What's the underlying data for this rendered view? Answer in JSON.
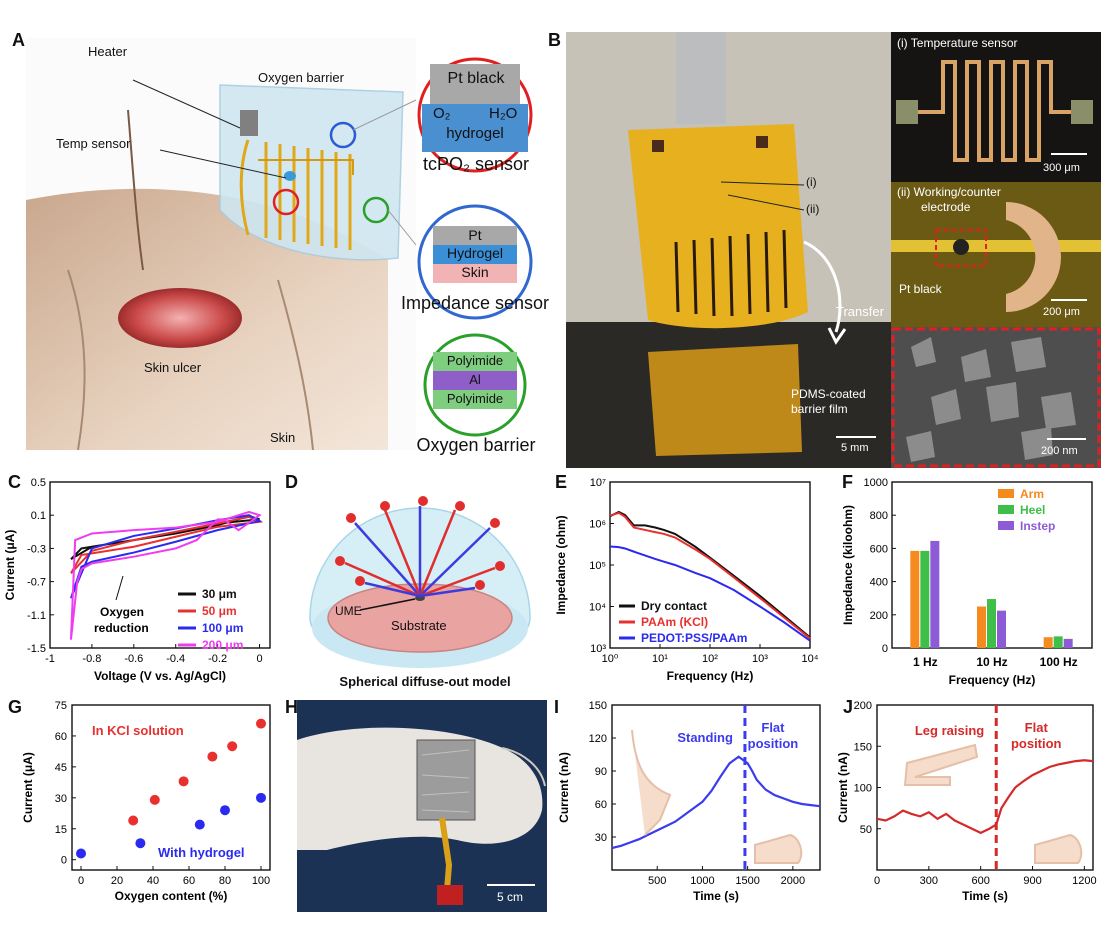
{
  "panel_labels": {
    "a": "A",
    "b": "B",
    "c": "C",
    "d": "D",
    "e": "E",
    "f": "F",
    "g": "G",
    "h": "H",
    "i": "I",
    "j": "J"
  },
  "panelA": {
    "heater": "Heater",
    "oxygen_barrier_top": "Oxygen barrier",
    "temp_sensor": "Temp sensor",
    "skin_ulcer": "Skin ulcer",
    "skin": "Skin",
    "tcpo2": {
      "top": "Pt black",
      "o2": "O₂",
      "h2o": "H₂O",
      "bottom": "hydrogel",
      "caption": "tcPO₂ sensor"
    },
    "impedance": {
      "l1": "Pt",
      "l2": "Hydrogel",
      "l3": "Skin",
      "caption": "Impedance sensor"
    },
    "barrier": {
      "l1": "Polyimide",
      "l2": "Al",
      "l3": "Polyimide",
      "caption": "Oxygen barrier"
    }
  },
  "panelB": {
    "i": "(i)",
    "ii": "(ii)",
    "transfer": "Transfer",
    "pdms_l1": "PDMS-coated",
    "pdms_l2": "barrier film",
    "scale_main": "5 mm",
    "temp_title": "(i) Temperature sensor",
    "temp_scale": "300 μm",
    "we_title_l1": "(ii) Working/counter",
    "we_title_l2": "electrode",
    "pt_black": "Pt black",
    "we_scale": "200 μm",
    "sem_scale": "200 nm"
  },
  "panelD": {
    "ume": "UME",
    "substrate": "Substrate",
    "caption": "Spherical diffuse-out model"
  },
  "panelH": {
    "scale": "5 cm"
  },
  "colors": {
    "c30": "#111111",
    "c50": "#e8312f",
    "c100": "#2b2bf0",
    "c200": "#f03cf0",
    "arm": "#f58a1f",
    "heel": "#3fbf4a",
    "instep": "#8e5bd6",
    "kcl": "#e8312f",
    "hydrogel": "#2b2bf0",
    "trace_i": "#3b3bef",
    "trace_j": "#d42a2a"
  },
  "chart_data": [
    {
      "id": "C",
      "type": "line",
      "xlabel": "Voltage (V vs. Ag/AgCl)",
      "ylabel": "Current (μA)",
      "xlim": [
        -1.0,
        0.05
      ],
      "ylim": [
        -1.5,
        0.5
      ],
      "xticks": [
        "-1",
        "-0.8",
        "-0.6",
        "-0.4",
        "-0.2",
        "0"
      ],
      "yticks": [
        "0.5",
        "0.1",
        "-0.3",
        "-0.7",
        "-1.1",
        "-1.5"
      ],
      "annotation_l1": "Oxygen",
      "annotation_l2": "reduction",
      "series": [
        {
          "name": "30 μm",
          "x": [
            -0.9,
            -0.85,
            -0.8,
            -0.6,
            -0.4,
            -0.2,
            0,
            -0.05,
            -0.2,
            -0.4,
            -0.6,
            -0.8,
            -0.9
          ],
          "y": [
            -0.43,
            -0.3,
            -0.28,
            -0.2,
            -0.1,
            0.0,
            0.05,
            0.09,
            -0.02,
            -0.12,
            -0.2,
            -0.28,
            -0.43
          ]
        },
        {
          "name": "50 μm",
          "x": [
            -0.9,
            -0.85,
            -0.8,
            -0.6,
            -0.4,
            -0.2,
            0,
            -0.05,
            -0.2,
            -0.4,
            -0.6,
            -0.8,
            -0.9
          ],
          "y": [
            -0.6,
            -0.38,
            -0.36,
            -0.28,
            -0.16,
            -0.04,
            0.02,
            0.08,
            0.0,
            -0.1,
            -0.2,
            -0.33,
            -0.6
          ]
        },
        {
          "name": "100 μm",
          "x": [
            -0.9,
            -0.85,
            -0.8,
            -0.6,
            -0.4,
            -0.2,
            0,
            -0.05,
            -0.2,
            -0.4,
            -0.6,
            -0.8,
            -0.9
          ],
          "y": [
            -0.9,
            -0.52,
            -0.46,
            -0.35,
            -0.22,
            -0.08,
            0.03,
            0.1,
            0.04,
            -0.06,
            -0.15,
            -0.3,
            -0.9
          ]
        },
        {
          "name": "200 μm",
          "x": [
            -0.9,
            -0.87,
            -0.85,
            -0.8,
            -0.6,
            -0.4,
            -0.3,
            -0.2,
            -0.17,
            -0.1,
            0,
            -0.05,
            -0.2,
            -0.4,
            -0.6,
            -0.8,
            -0.88,
            -0.9
          ],
          "y": [
            -1.4,
            -0.7,
            -0.55,
            -0.48,
            -0.4,
            -0.3,
            -0.2,
            0.05,
            0.05,
            -0.08,
            0.1,
            0.14,
            0.02,
            -0.05,
            -0.08,
            -0.12,
            -0.2,
            -1.4
          ]
        }
      ]
    },
    {
      "id": "E",
      "type": "line",
      "xlabel": "Frequency (Hz)",
      "ylabel": "Impedance (ohm)",
      "x_scale": "log",
      "y_scale": "log",
      "xlim": [
        1,
        10000
      ],
      "ylim": [
        1000,
        10000000
      ],
      "xticks": [
        "10⁰",
        "10¹",
        "10²",
        "10³",
        "10⁴"
      ],
      "yticks": [
        "10⁷",
        "10⁶",
        "10⁵",
        "10⁴",
        "10³"
      ],
      "series": [
        {
          "name": "Dry contact",
          "x": [
            1,
            1.5,
            2,
            3,
            5,
            8,
            12,
            20,
            50,
            100,
            300,
            1000,
            3000,
            10000
          ],
          "y": [
            1500000,
            1900000,
            1600000,
            900000,
            900000,
            800000,
            700000,
            560000,
            280000,
            150000,
            55000,
            18000,
            6000,
            1800
          ]
        },
        {
          "name": "PAAm (KCl)",
          "x": [
            1,
            1.5,
            2,
            3,
            5,
            8,
            12,
            20,
            50,
            100,
            300,
            1000,
            3000,
            10000
          ],
          "y": [
            1550000,
            1800000,
            1450000,
            800000,
            700000,
            620000,
            560000,
            460000,
            240000,
            140000,
            50000,
            16000,
            5500,
            1700
          ]
        },
        {
          "name": "PEDOT:PSS/PAAm",
          "x": [
            1,
            1.5,
            2,
            3,
            5,
            8,
            12,
            20,
            50,
            100,
            300,
            1000,
            3000,
            10000
          ],
          "y": [
            280000,
            270000,
            250000,
            210000,
            170000,
            140000,
            120000,
            100000,
            65000,
            48000,
            25000,
            10000,
            4200,
            1500
          ]
        }
      ]
    },
    {
      "id": "F",
      "type": "bar",
      "xlabel": "Frequency (Hz)",
      "ylabel": "Impedance (kiloohm)",
      "ylim": [
        0,
        1000
      ],
      "yticks": [
        "1000",
        "800",
        "600",
        "400",
        "200",
        "0"
      ],
      "categories": [
        "1 Hz",
        "10 Hz",
        "100 Hz"
      ],
      "series": [
        {
          "name": "Arm",
          "values": [
            585,
            250,
            65
          ]
        },
        {
          "name": "Heel",
          "values": [
            585,
            295,
            70
          ]
        },
        {
          "name": "Instep",
          "values": [
            645,
            225,
            55
          ]
        }
      ]
    },
    {
      "id": "G",
      "type": "scatter",
      "xlabel": "Oxygen content (%)",
      "ylabel": "Current (μA)",
      "xlim": [
        -5,
        105
      ],
      "ylim": [
        -5,
        75
      ],
      "xticks": [
        "0",
        "20",
        "40",
        "60",
        "80",
        "100"
      ],
      "yticks": [
        "75",
        "60",
        "45",
        "30",
        "15",
        "0"
      ],
      "series": [
        {
          "name": "In KCl solution",
          "x": [
            29,
            41,
            57,
            73,
            84,
            100
          ],
          "y": [
            19,
            29,
            38,
            50,
            55,
            66
          ]
        },
        {
          "name": "With hydrogel",
          "x": [
            0,
            33,
            66,
            80,
            100
          ],
          "y": [
            3,
            8,
            17,
            24,
            30
          ]
        }
      ]
    },
    {
      "id": "I",
      "type": "line",
      "xlabel": "Time (s)",
      "ylabel": "Current (nA)",
      "xlim": [
        0,
        2300
      ],
      "ylim": [
        0,
        150
      ],
      "xticks": [
        "500",
        "1000",
        "1500",
        "2000"
      ],
      "yticks": [
        "150",
        "120",
        "90",
        "60",
        "30"
      ],
      "annotation_left": "Standing",
      "annotation_right_l1": "Flat",
      "annotation_right_l2": "position",
      "vline_x": 1470,
      "series": [
        {
          "name": "",
          "x": [
            0,
            100,
            200,
            300,
            400,
            500,
            600,
            700,
            800,
            900,
            1000,
            1100,
            1200,
            1300,
            1400,
            1450,
            1500,
            1550,
            1600,
            1700,
            1800,
            1900,
            2000,
            2100,
            2200,
            2300
          ],
          "y": [
            20,
            22,
            25,
            28,
            32,
            36,
            40,
            44,
            50,
            56,
            62,
            72,
            85,
            97,
            103,
            100,
            97,
            90,
            82,
            73,
            68,
            65,
            62,
            60,
            59,
            58
          ]
        }
      ]
    },
    {
      "id": "J",
      "type": "line",
      "xlabel": "Time (s)",
      "ylabel": "Current (nA)",
      "xlim": [
        0,
        1250
      ],
      "ylim": [
        0,
        200
      ],
      "xticks": [
        "0",
        "300",
        "600",
        "900",
        "1200"
      ],
      "yticks": [
        "200",
        "150",
        "100",
        "50"
      ],
      "annotation_left": "Leg raising",
      "annotation_right_l1": "Flat",
      "annotation_right_l2": "position",
      "vline_x": 690,
      "series": [
        {
          "name": "",
          "x": [
            0,
            50,
            100,
            150,
            200,
            250,
            300,
            350,
            400,
            450,
            500,
            550,
            600,
            650,
            690,
            720,
            760,
            800,
            850,
            900,
            950,
            1000,
            1050,
            1100,
            1150,
            1200,
            1250
          ],
          "y": [
            62,
            60,
            65,
            72,
            68,
            65,
            70,
            62,
            68,
            60,
            55,
            50,
            45,
            50,
            55,
            75,
            88,
            100,
            108,
            115,
            120,
            125,
            128,
            130,
            132,
            133,
            132
          ]
        }
      ]
    }
  ]
}
